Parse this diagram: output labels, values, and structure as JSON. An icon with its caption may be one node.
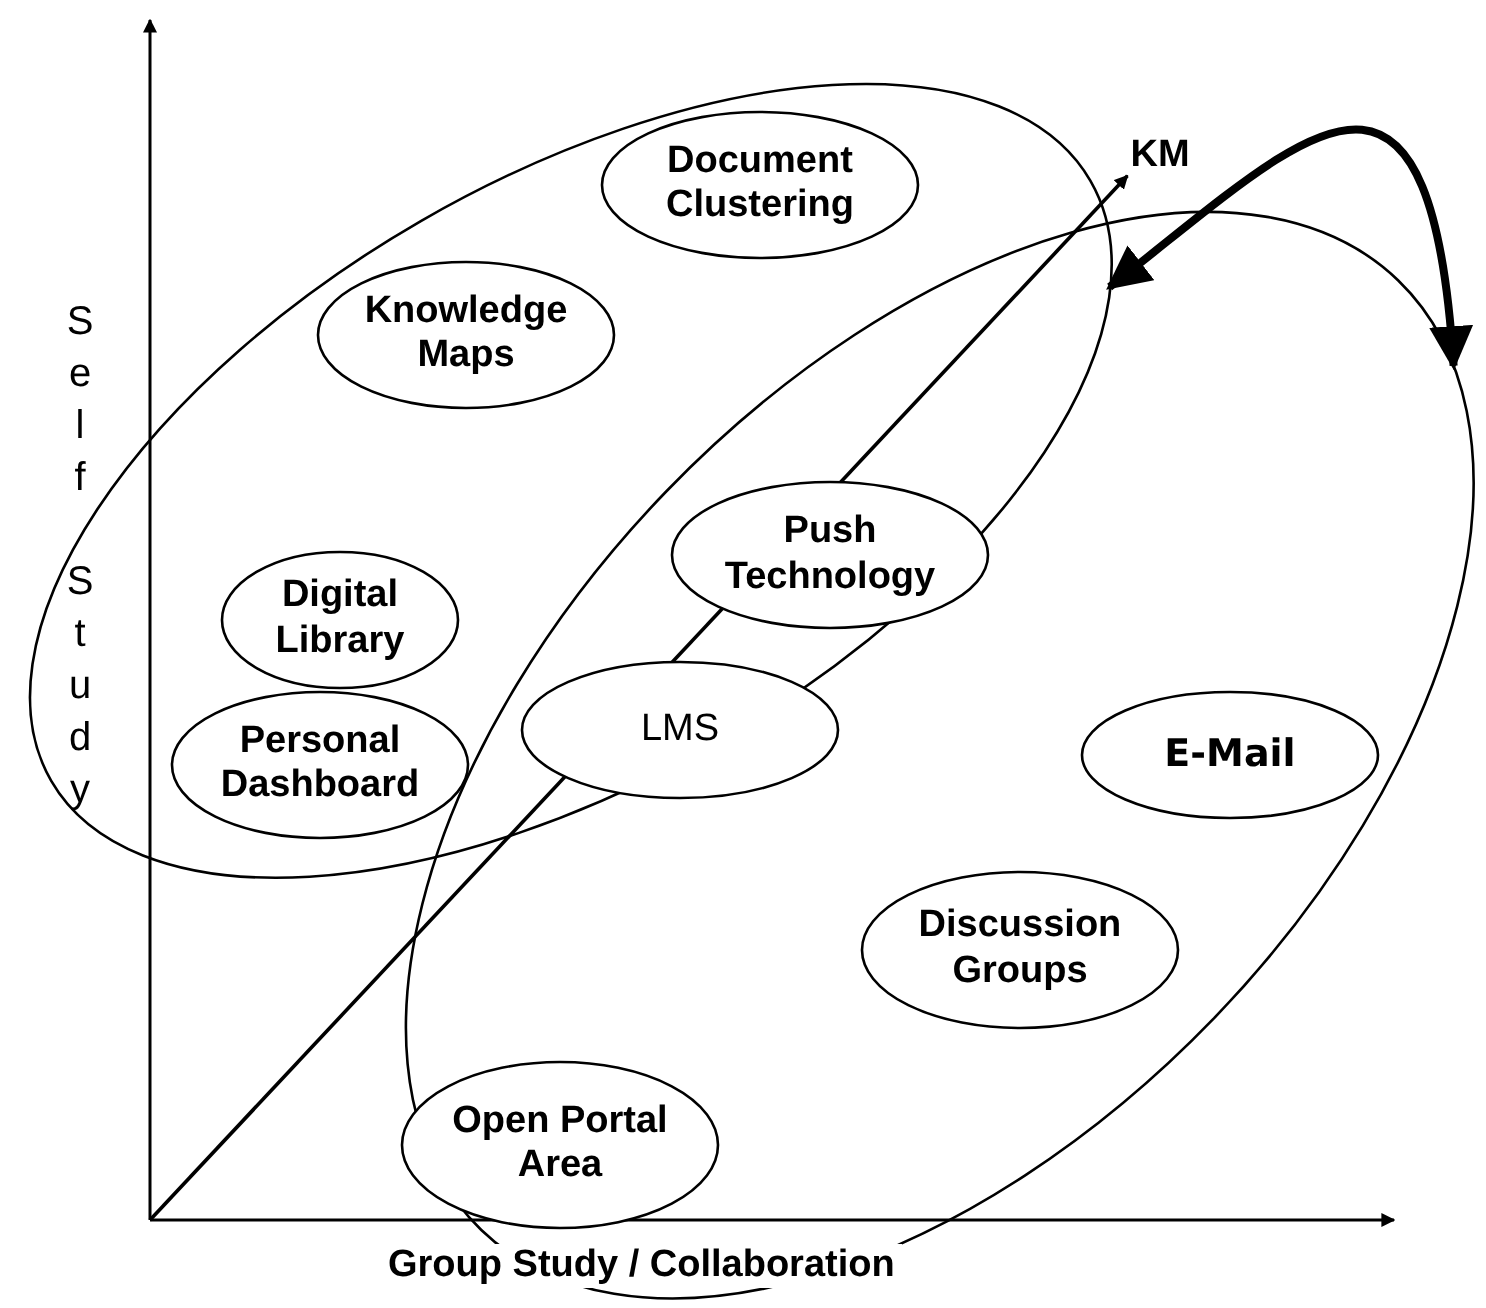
{
  "diagram": {
    "nodes": [
      {
        "text": [],
        "shape": "ellipse"
      },
      {
        "text": [],
        "shape": "ellipse"
      },
      {
        "text": [
          "Document Clustering"
        ],
        "in": 0
      },
      {
        "text": [
          "KM"
        ]
      },
      {
        "text": [
          "Knowledge Maps"
        ],
        "in": 0
      },
      {
        "text": [
          "Push Technology"
        ]
      },
      {
        "text": [
          "Digital Library"
        ],
        "in": 0
      },
      {
        "text": [
          "LMS"
        ]
      },
      {
        "text": [
          "E-Mail"
        ],
        "in": 1
      },
      {
        "text": [
          "Personal Dashboard"
        ],
        "in": 0
      },
      {
        "text": [
          "Discussion Groups"
        ],
        "in": 1
      },
      {
        "text": [
          "Open Portal Area"
        ],
        "in": 1
      }
    ],
    "edges": [
      {
        "from": 0,
        "to": 1,
        "arrow": "both",
        "style": "thick"
      },
      {
        "from": null,
        "to": 3,
        "arrow": "to"
      }
    ],
    "labels": [
      "Self Study",
      "Group Study / Collaboration"
    ]
  }
}
